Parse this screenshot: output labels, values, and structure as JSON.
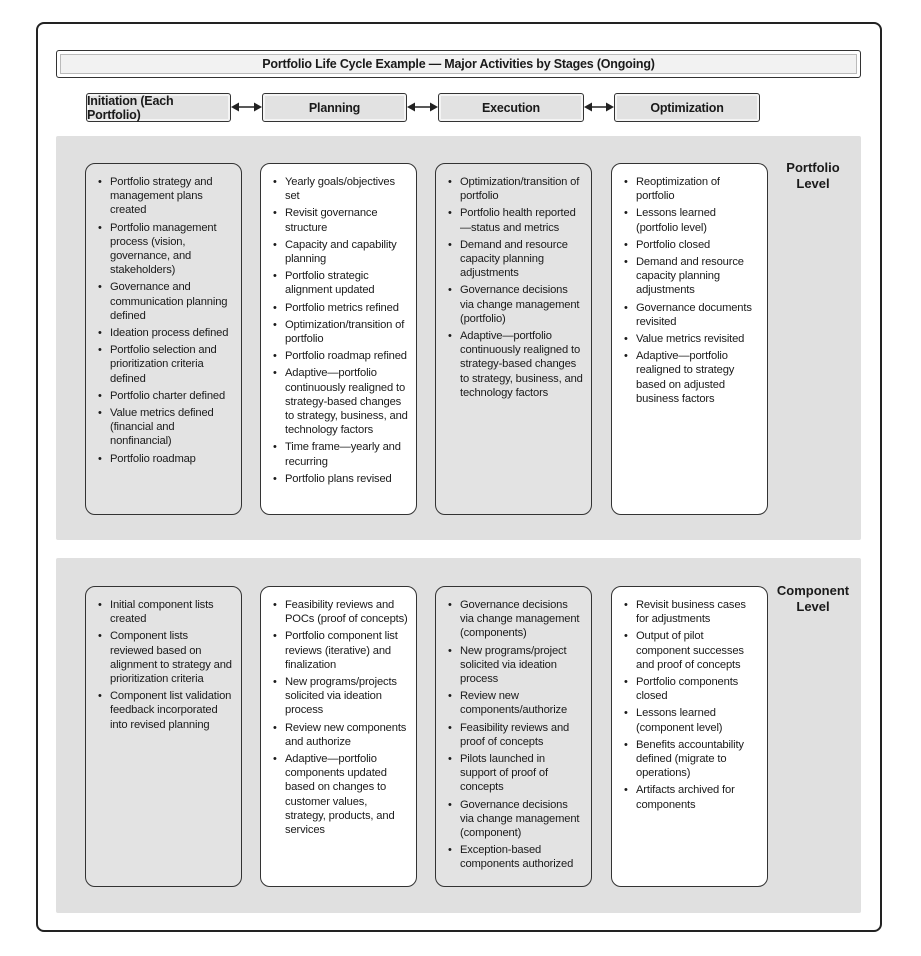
{
  "title": "Portfolio Life Cycle Example — Major Activities by Stages (Ongoing)",
  "stages": [
    "Initiation (Each Portfolio)",
    "Planning",
    "Execution",
    "Optimization"
  ],
  "levels": {
    "portfolio": {
      "label": "Portfolio\nLevel",
      "columns": [
        [
          "Portfolio strategy and management plans created",
          "Portfolio management process (vision, governance, and stakeholders)",
          "Governance and communication planning defined",
          "Ideation process defined",
          "Portfolio selection and prioritization criteria defined",
          "Portfolio charter defined",
          "Value metrics defined (financial and nonfinancial)",
          "Portfolio roadmap"
        ],
        [
          "Yearly goals/objectives set",
          "Revisit governance structure",
          "Capacity and capability planning",
          "Portfolio strategic alignment updated",
          "Portfolio metrics refined",
          "Optimization/transition of portfolio",
          "Portfolio roadmap refined",
          "Adaptive—portfolio continuously realigned to strategy-based changes to strategy, business, and technology factors",
          "Time frame—yearly and recurring",
          "Portfolio plans revised"
        ],
        [
          "Optimization/transition of portfolio",
          "Portfolio health reported—status and metrics",
          "Demand and resource capacity planning adjustments",
          "Governance decisions via change management (portfolio)",
          "Adaptive—portfolio continuously realigned to strategy-based changes to strategy, business, and technology factors"
        ],
        [
          "Reoptimization of portfolio",
          "Lessons learned (portfolio level)",
          "Portfolio closed",
          "Demand and resource capacity planning adjustments",
          "Governance documents revisited",
          "Value metrics revisited",
          "Adaptive—portfolio realigned to strategy based on adjusted business factors"
        ]
      ]
    },
    "component": {
      "label": "Component\nLevel",
      "columns": [
        [
          "Initial component lists created",
          "Component lists reviewed based on alignment to strategy and prioritization criteria",
          "Component list validation feedback incorporated into revised planning"
        ],
        [
          "Feasibility reviews and POCs (proof of concepts)",
          "Portfolio component list reviews (iterative) and finalization",
          "New programs/projects solicited via ideation process",
          "Review new components and authorize",
          "Adaptive—portfolio components updated based on changes to customer values, strategy, products, and services"
        ],
        [
          "Governance decisions via change management (components)",
          "New programs/project solicited via ideation process",
          "Review new components/authorize",
          "Feasibility reviews and proof of concepts",
          "Pilots launched in support of proof of concepts",
          "Governance decisions via change management (component)",
          "Exception-based components authorized"
        ],
        [
          "Revisit business cases for adjustments",
          "Output of pilot component successes and proof of concepts",
          "Portfolio components closed",
          "Lessons learned (component level)",
          "Benefits accountability defined (migrate to operations)",
          "Artifacts archived for components"
        ]
      ]
    }
  }
}
